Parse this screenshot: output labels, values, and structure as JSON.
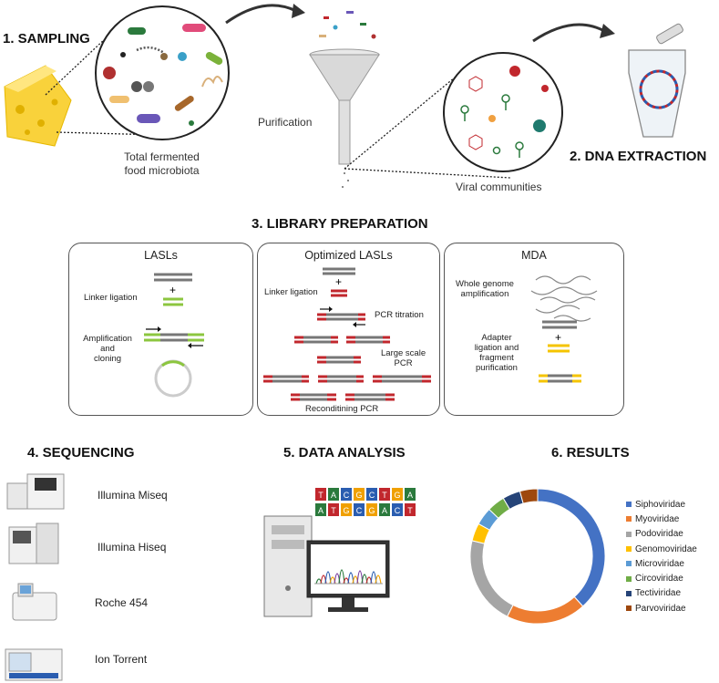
{
  "steps": {
    "sampling": "1. SAMPLING",
    "dna_extraction": "2. DNA EXTRACTION",
    "library_preparation": "3. LIBRARY PREPARATION",
    "sequencing": "4. SEQUENCING",
    "data_analysis": "5. DATA ANALYSIS",
    "results": "6. RESULTS"
  },
  "sampling": {
    "microbiota_caption": "Total fermented\nfood microbiota",
    "purification_caption": "Purification",
    "viral_caption": "Viral communities"
  },
  "library": {
    "lasls": {
      "title": "LASLs",
      "linker": "Linker ligation",
      "amplification": "Amplification\nand\ncloning"
    },
    "optimized": {
      "title": "Optimized LASLs",
      "linker": "Linker ligation",
      "pcr_titration": "PCR titration",
      "large_scale": "Large scale\nPCR",
      "reconditioning": "Reconditining PCR"
    },
    "mda": {
      "title": "MDA",
      "whole_genome": "Whole genome\namplification",
      "adapter": "Adapter\nligation and\nfragment\npurification"
    },
    "plus": "+"
  },
  "sequencing": {
    "platforms": [
      "Illumina Miseq",
      "Illumina Hiseq",
      "Roche 454",
      "Ion Torrent"
    ]
  },
  "data_analysis": {
    "dna_top": [
      "T",
      "A",
      "C",
      "G",
      "C",
      "T",
      "G",
      "A"
    ],
    "dna_bottom": [
      "A",
      "T",
      "G",
      "C",
      "G",
      "A",
      "C",
      "T"
    ]
  },
  "colors": {
    "linker_green": "#8cc63f",
    "linker_red": "#c1272d",
    "adapter_yellow": "#f5c400",
    "strand_gray": "#777777"
  },
  "chart_data": {
    "type": "pie",
    "style": "donut",
    "categories": [
      "Siphoviridae",
      "Myoviridae",
      "Podoviridae",
      "Genomoviridae",
      "Microviridae",
      "Circoviridae",
      "Tectiviridae",
      "Parvoviridae"
    ],
    "values": [
      36,
      18,
      20,
      4,
      4,
      4,
      4,
      4
    ],
    "colors": [
      "#4472c4",
      "#ed7d31",
      "#a5a5a5",
      "#ffc000",
      "#5b9bd5",
      "#70ad47",
      "#264478",
      "#9e480e"
    ],
    "legend_position": "right"
  }
}
